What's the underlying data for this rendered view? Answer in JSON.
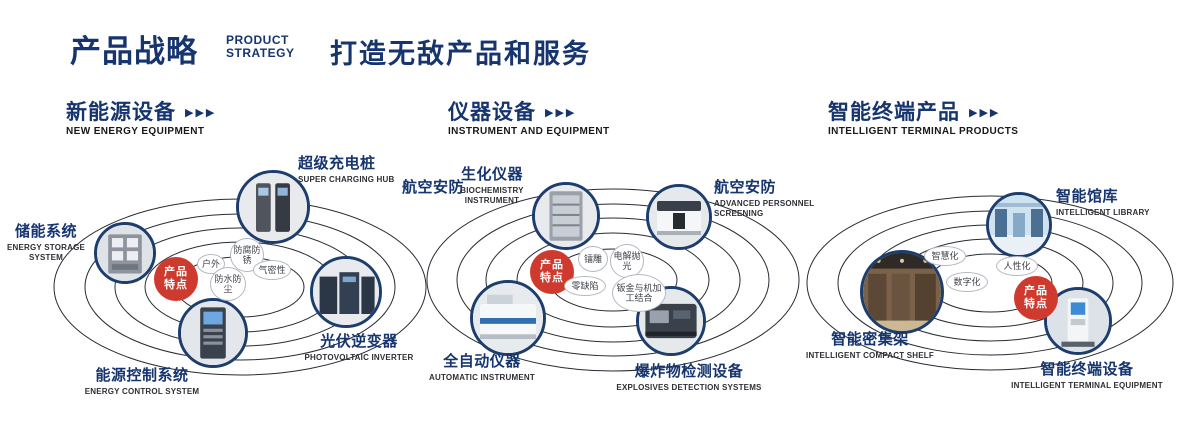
{
  "icons": {
    "arrow": "▶▶▶"
  },
  "colors": {
    "navy": "#16356f",
    "red": "#cf3a2e"
  },
  "header": {
    "title_cn": "产品战略",
    "title_en_line1": "PRODUCT",
    "title_en_line2": "STRATEGY",
    "slogan": "打造无敌产品和服务"
  },
  "sections": [
    {
      "title_cn": "新能源设备",
      "title_en": "NEW ENERGY EQUIPMENT",
      "badge_line1": "产品",
      "badge_line2": "特点",
      "features": [
        "户外",
        "防腐防锈",
        "气密性",
        "防水防尘"
      ],
      "products": [
        {
          "name_cn": "超级充电桩",
          "name_en": "SUPER CHARGING HUB"
        },
        {
          "name_cn": "储能系统",
          "name_en": "ENERGY STORAGE SYSTEM"
        },
        {
          "name_cn": "光伏逆变器",
          "name_en": "PHOTOVOLTAIC INVERTER"
        },
        {
          "name_cn": "能源控制系统",
          "name_en": "ENERGY CONTROL SYSTEM"
        }
      ]
    },
    {
      "title_cn": "仪器设备",
      "title_en": "INSTRUMENT AND EQUIPMENT",
      "extra_label": "航空安防",
      "badge_line1": "产品",
      "badge_line2": "特点",
      "features": [
        "镭雕",
        "电解抛光",
        "零缺陷",
        "钣金与机加工结合"
      ],
      "products": [
        {
          "name_cn": "生化仪器",
          "name_en": "BIOCHEMISTRY INSTRUMENT"
        },
        {
          "name_cn": "航空安防",
          "name_en": "ADVANCED PERSONNEL SCREENING"
        },
        {
          "name_cn": "全自动仪器",
          "name_en": "AUTOMATIC INSTRUMENT"
        },
        {
          "name_cn": "爆炸物检测设备",
          "name_en": "EXPLOSIVES DETECTION SYSTEMS"
        }
      ]
    },
    {
      "title_cn": "智能终端产品",
      "title_en": "INTELLIGENT TERMINAL PRODUCTS",
      "badge_line1": "产品",
      "badge_line2": "特点",
      "features": [
        "智慧化",
        "人性化",
        "数字化"
      ],
      "products": [
        {
          "name_cn": "智能馆库",
          "name_en": "INTELLIGENT LIBRARY"
        },
        {
          "name_cn": "智能密集架",
          "name_en": "INTELLIGENT COMPACT SHELF"
        },
        {
          "name_cn": "智能终端设备",
          "name_en": "INTELLIGENT TERMINAL EQUIPMENT"
        }
      ]
    }
  ]
}
